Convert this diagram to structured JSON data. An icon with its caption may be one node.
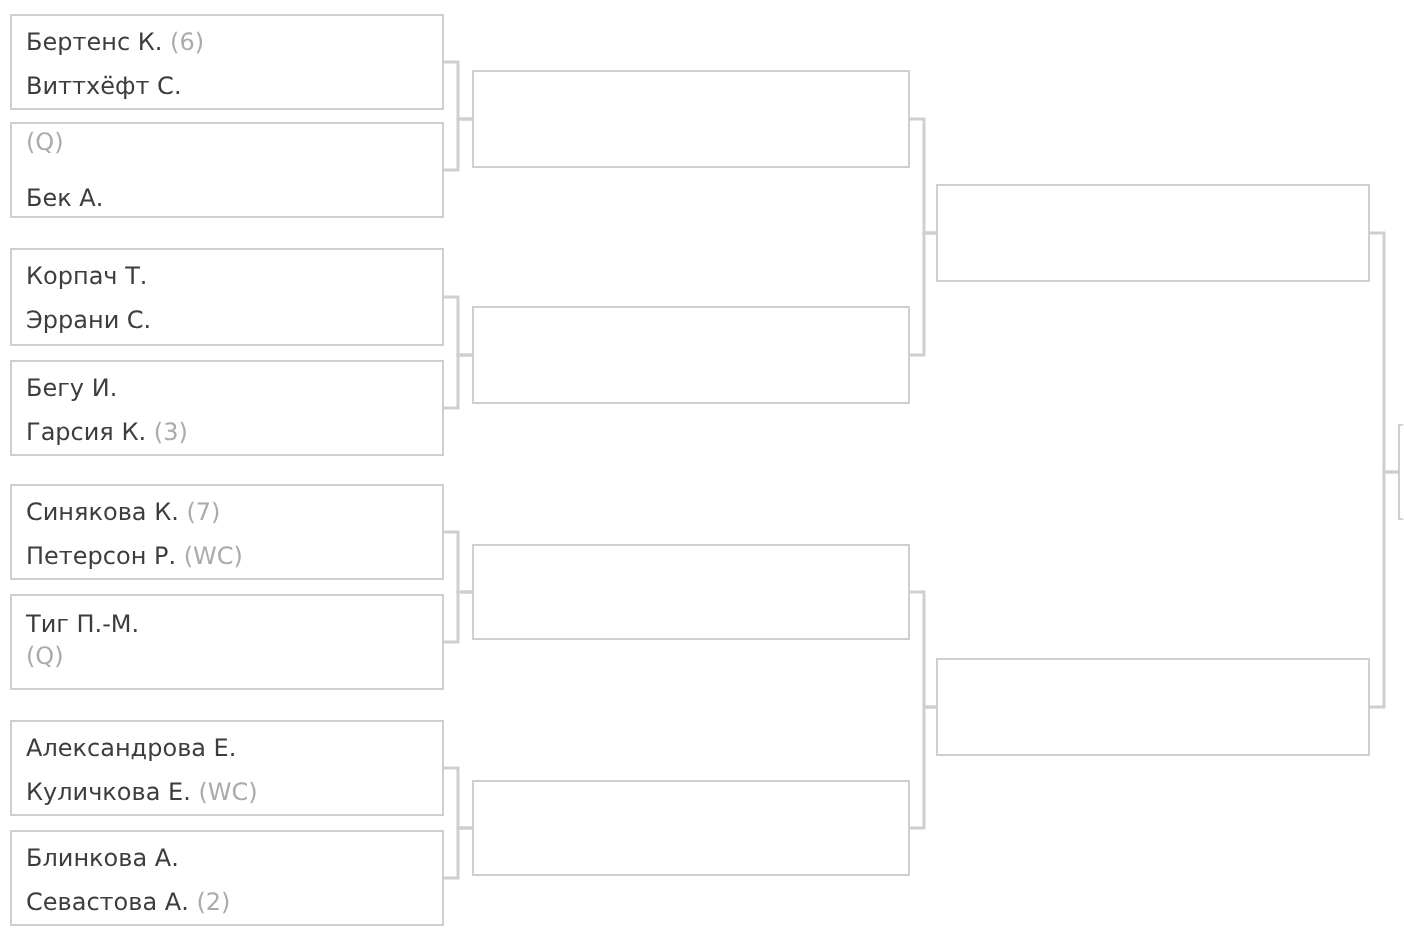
{
  "diagram": {
    "nodes": [
      {
        "text": [
          "Бертенс К.",
          "(6)",
          "Виттхёфт С."
        ]
      },
      {
        "text": [
          "(Q)",
          "Бек А."
        ]
      },
      {
        "text": [
          "Корпач Т.",
          "Эррани С."
        ]
      },
      {
        "text": [
          "Бегу И.",
          "Гарсия К.",
          "(3)"
        ]
      },
      {
        "text": [
          "Синякова К.",
          "(7)",
          "Петерсон Р.",
          "(WC)"
        ]
      },
      {
        "text": [
          "Тиг П.-М.",
          "(Q)"
        ]
      },
      {
        "text": [
          "Александрова Е.",
          "Куличкова Е.",
          "(WC)"
        ]
      },
      {
        "text": [
          "Блинкова А.",
          "Севастова А.",
          "(2)"
        ]
      },
      {
        "text": [],
        "shape": "box"
      },
      {
        "text": [],
        "shape": "box"
      },
      {
        "text": [],
        "shape": "box"
      },
      {
        "text": [],
        "shape": "box"
      },
      {
        "text": [],
        "shape": "box"
      },
      {
        "text": [],
        "shape": "box"
      },
      {
        "text": [],
        "shape": "box"
      }
    ],
    "edges": [
      {
        "from": 0,
        "to": 8,
        "arrow": "none"
      },
      {
        "from": 1,
        "to": 8,
        "arrow": "none"
      },
      {
        "from": 2,
        "to": 9,
        "arrow": "none"
      },
      {
        "from": 3,
        "to": 9,
        "arrow": "none"
      },
      {
        "from": 4,
        "to": 10,
        "arrow": "none"
      },
      {
        "from": 5,
        "to": 10,
        "arrow": "none"
      },
      {
        "from": 6,
        "to": 11,
        "arrow": "none"
      },
      {
        "from": 7,
        "to": 11,
        "arrow": "none"
      },
      {
        "from": 8,
        "to": 12,
        "arrow": "none"
      },
      {
        "from": 9,
        "to": 12,
        "arrow": "none"
      },
      {
        "from": 10,
        "to": 13,
        "arrow": "none"
      },
      {
        "from": 11,
        "to": 13,
        "arrow": "none"
      },
      {
        "from": 12,
        "to": 14,
        "arrow": "none"
      },
      {
        "from": 13,
        "to": 14,
        "arrow": "none"
      }
    ]
  }
}
